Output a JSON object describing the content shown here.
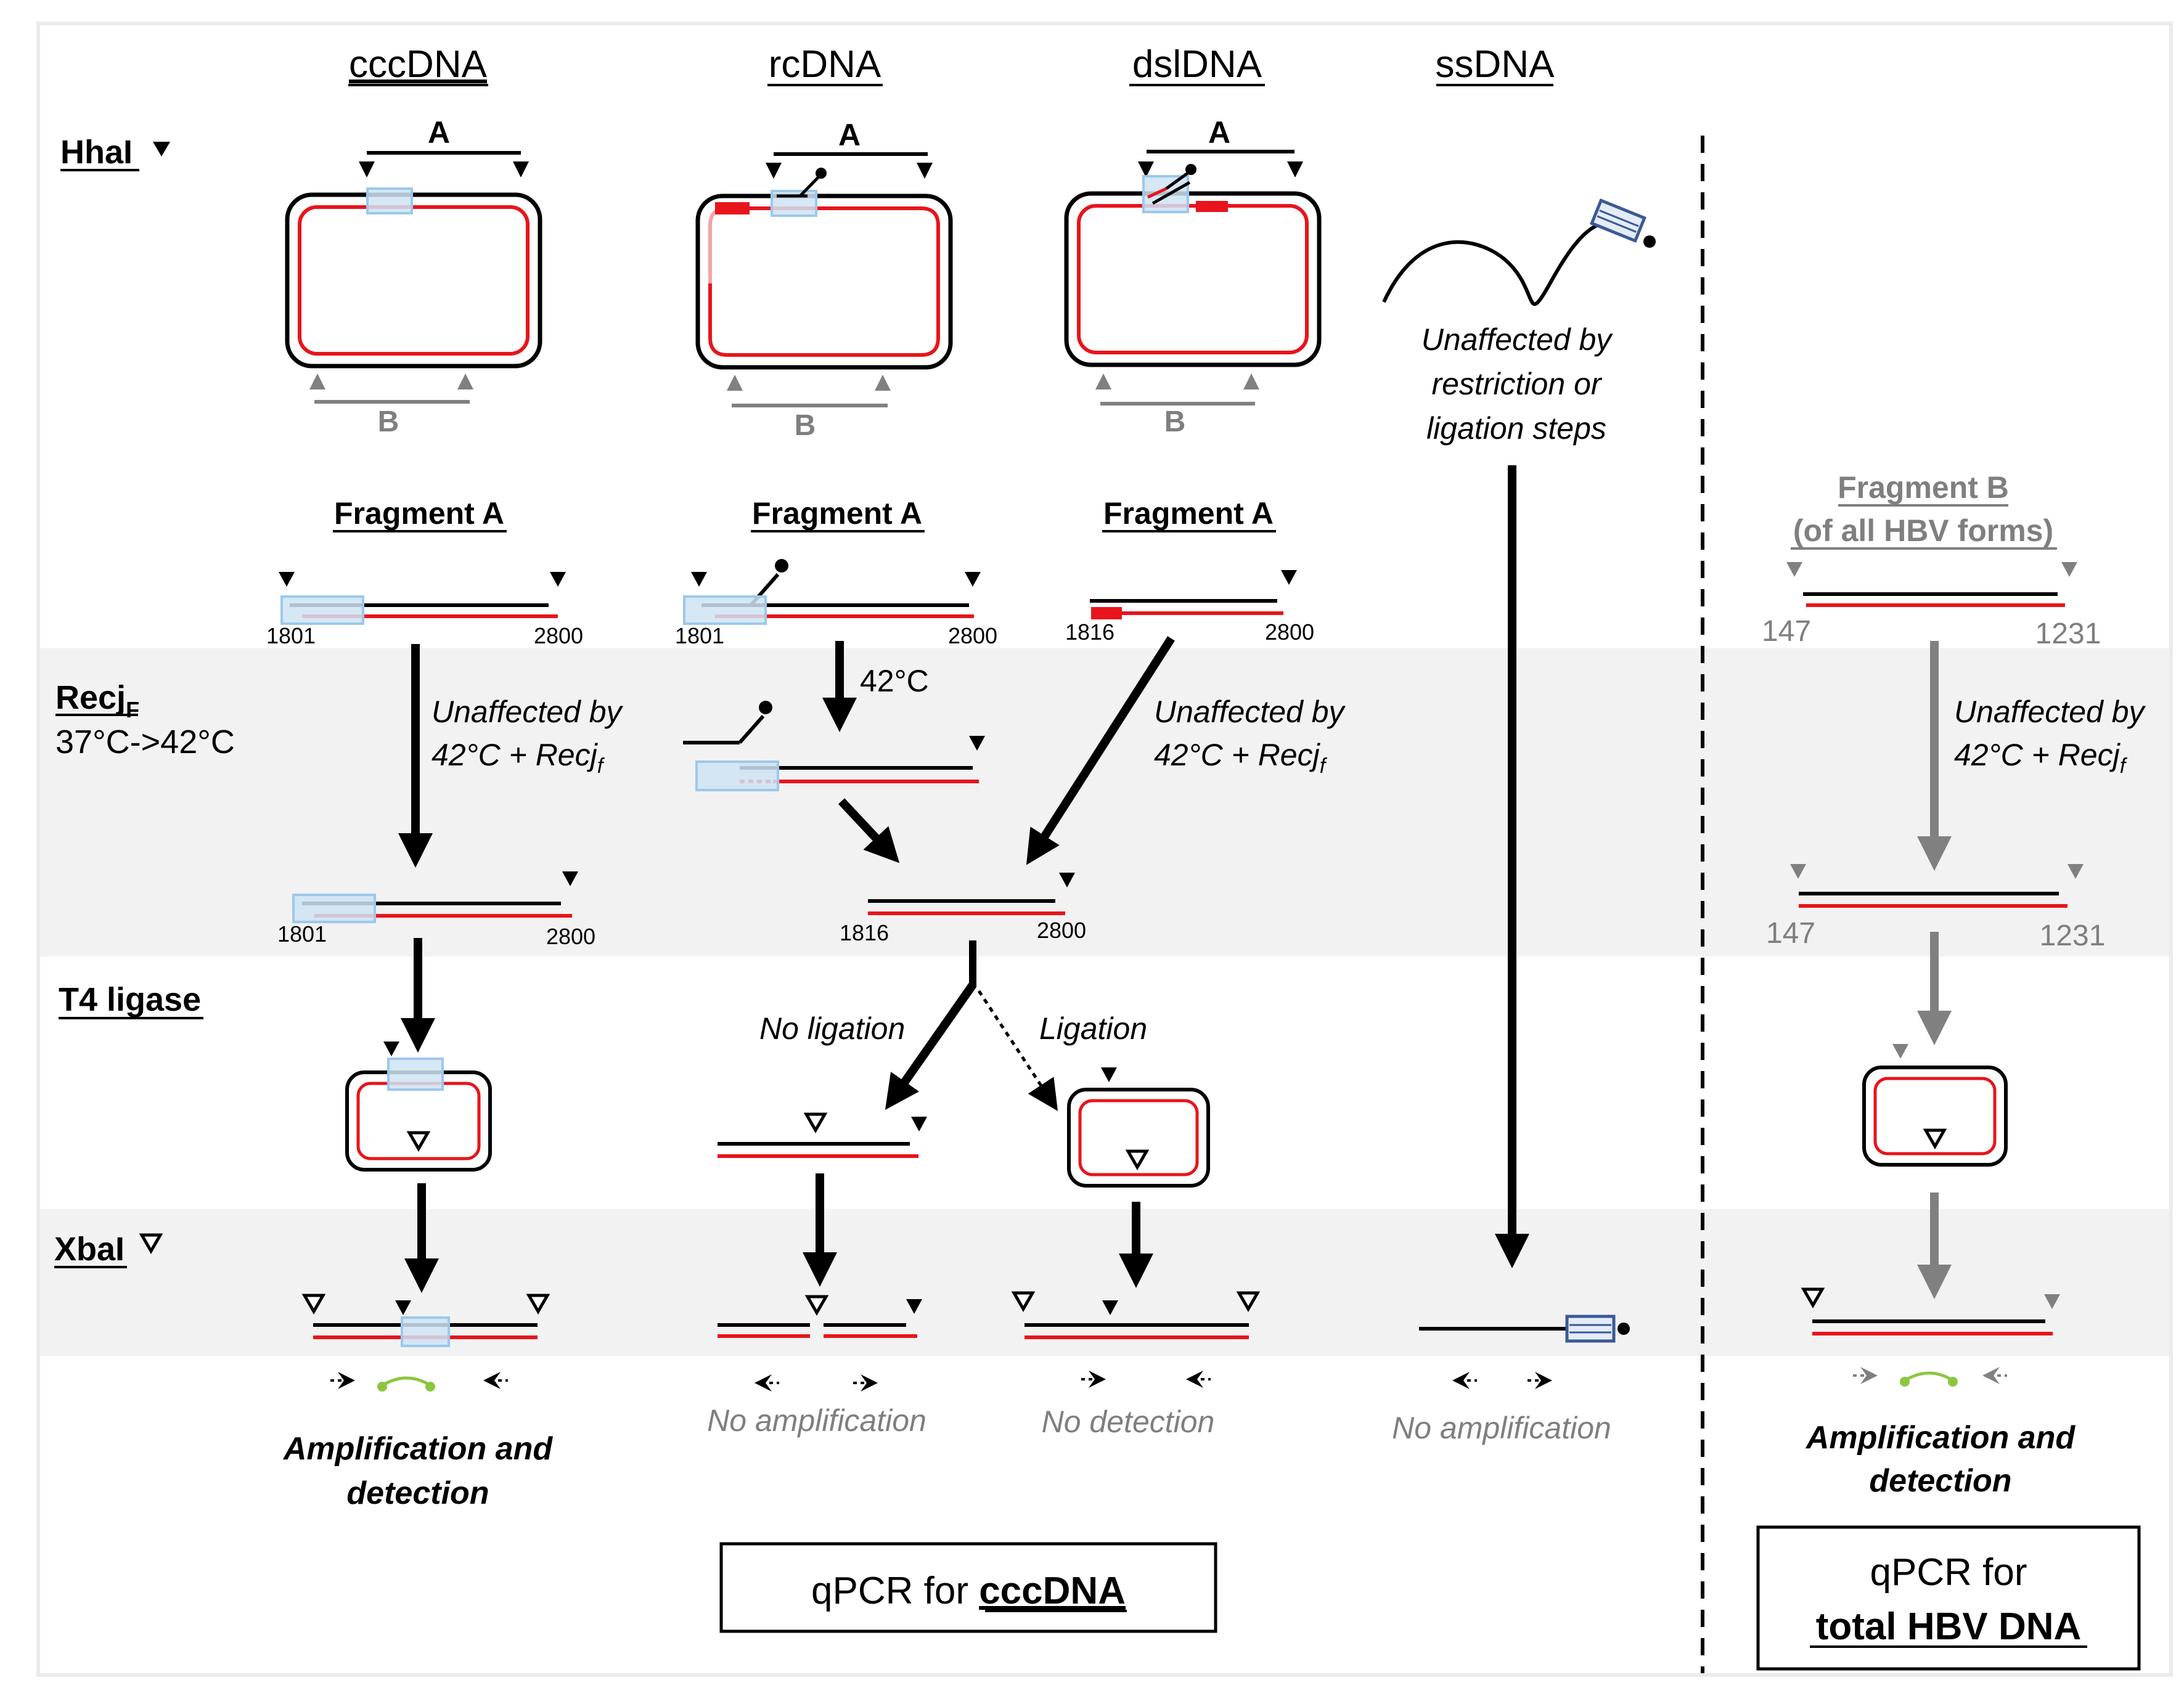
{
  "columns": {
    "cccdna": "cccDNA",
    "rcdna": "rcDNA",
    "dsldna": "dslDNA",
    "ssdna": "ssDNA"
  },
  "steps": {
    "hhal": "HhaI",
    "hhal_symbol": "▼",
    "recj": "Recj",
    "recj_sub": "F",
    "recj_temp": "37°C->42°C",
    "t4": "T4 ligase",
    "xbal": "XbaI",
    "xbal_symbol": "∇"
  },
  "labels": {
    "a": "A",
    "b": "B",
    "fragment_a": "Fragment A",
    "fragment_b_line1": "Fragment B",
    "fragment_b_line2": "(of all HBV forms)",
    "temp_42": "42°C",
    "no_ligation": "No ligation",
    "ligation": "Ligation",
    "ss_unaffected_1": "Unaffected by",
    "ss_unaffected_2": "restriction or",
    "ss_unaffected_3": "ligation steps",
    "unaffected_1": "Unaffected by",
    "unaffected_2": "42°C + Recj",
    "unaffected_sub": "f",
    "no_amplification": "No amplification",
    "no_detection": "No detection",
    "amp_det_1": "Amplification and",
    "amp_det_2": "detection",
    "qpcr_ccc_prefix": "qPCR for ",
    "qpcr_ccc_bold": "cccDNA",
    "qpcr_total_1": "qPCR for",
    "qpcr_total_2": "total HBV DNA"
  },
  "positions": {
    "p1801": "1801",
    "p1816": "1816",
    "p2800": "2800",
    "p147": "147",
    "p1231": "1231"
  },
  "colors": {
    "black": "#000000",
    "red": "#e8141b",
    "pink": "#f4a3a6",
    "gray": "#7f7f7f",
    "band": "#f2f2f2",
    "probe_fill": "#cfe3f5",
    "probe_stroke": "#9cc8ec",
    "ss_probe": "#3b5998",
    "green": "#8cc63f"
  }
}
